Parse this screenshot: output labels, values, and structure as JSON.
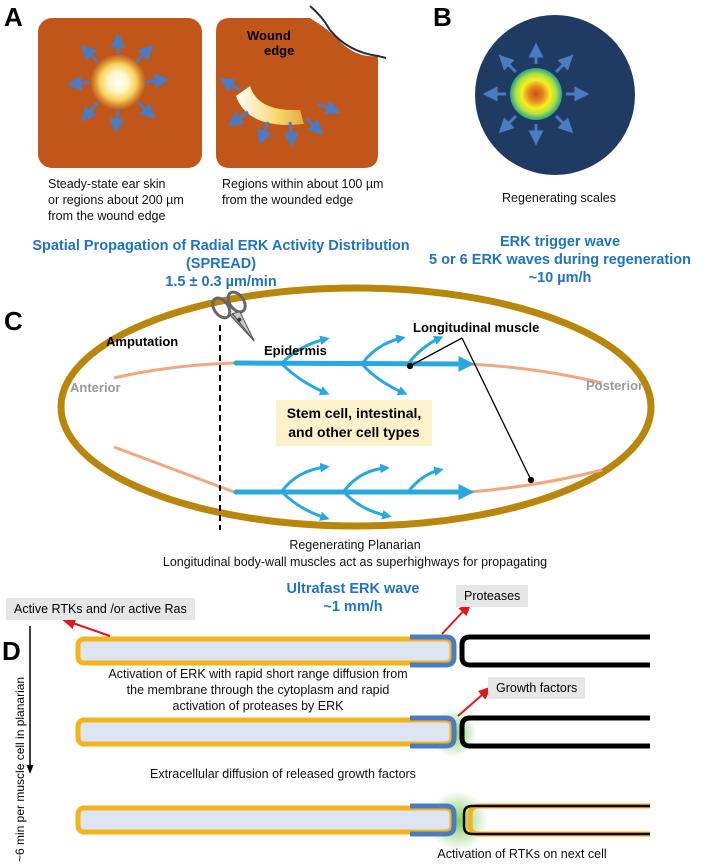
{
  "panels": {
    "a": "A",
    "b": "B",
    "c": "C",
    "d": "D"
  },
  "panel_a": {
    "wound_edge_line1": "Wound",
    "wound_edge_line2": "edge",
    "caption_left": [
      "Steady-state ear skin",
      "or regions about 200 µm",
      "from the wound edge"
    ],
    "caption_right": [
      "Regions within about 100 µm",
      "from the wounded edge"
    ],
    "title": [
      "Spatial Propagation of Radial ERK Activity Distribution",
      "(SPREAD)",
      "1.5 ± 0.3 µm/min"
    ]
  },
  "panel_b": {
    "caption": "Regenerating scales",
    "title": [
      "ERK trigger wave",
      "5 or 6 ERK waves during regeneration",
      "~10 µm/h"
    ]
  },
  "panel_c": {
    "amputation": "Amputation",
    "epidermis": "Epidermis",
    "longitudinal_muscle": "Longitudinal muscle",
    "anterior": "Anterior",
    "posterior": "Posterior",
    "center_box": [
      "Stem cell, intestinal,",
      "and other cell types"
    ],
    "caption": [
      "Regenerating Planarian",
      "Longitudinal body-wall muscles act as superhighways for propagating"
    ],
    "title": [
      "Ultrafast ERK wave",
      "~1 mm/h"
    ]
  },
  "panel_d": {
    "active_rtks": "Active RTKs and /or active Ras",
    "proteases": "Proteases",
    "growth_factors": "Growth factors",
    "step1": [
      "Activation of ERK with rapid short range diffusion from",
      "the membrane through the cytoplasm and rapid",
      "activation of proteases by ERK"
    ],
    "step2": "Extracellular diffusion of released growth factors",
    "step3": "Activation of RTKs on next cell",
    "time_axis": "~6 min per muscle cell in planarian"
  },
  "colors": {
    "skin_orange": "#c0561a",
    "arrow_blue": "#4a7cc5",
    "scale_navy": "#1f3a63",
    "title_blue": "#1f73c2",
    "planarian_gold": "#b8860b",
    "muscle_salmon": "#f0a880",
    "wave_blue": "#29a8e0",
    "cell_fill": "#dde4f2",
    "cell_border": "#f5b31a",
    "box_cream": "#fdf1cc"
  }
}
